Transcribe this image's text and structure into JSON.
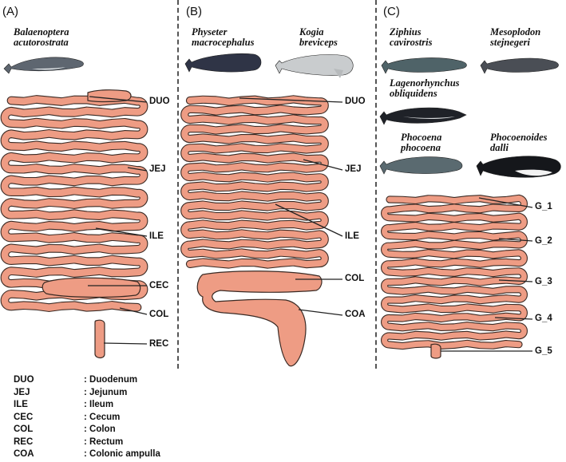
{
  "panels": [
    {
      "letter": "(A)",
      "species": [
        [
          "Balaenoptera",
          "acutorostrata"
        ]
      ],
      "labels": [
        "DUO",
        "JEJ",
        "ILE",
        "CEC",
        "COL",
        "REC"
      ]
    },
    {
      "letter": "(B)",
      "species": [
        [
          "Physeter",
          "macrocephalus"
        ],
        [
          "Kogia",
          "breviceps"
        ]
      ],
      "labels": [
        "DUO",
        "JEJ",
        "ILE",
        "COL",
        "COA"
      ]
    },
    {
      "letter": "(C)",
      "species": [
        [
          "Ziphius",
          "cavirostris"
        ],
        [
          "Mesoplodon",
          "stejnegeri"
        ],
        [
          "Lagenorhynchus",
          "obliquidens"
        ],
        [
          "Phocoena",
          "phocoena"
        ],
        [
          "Phocoenoides",
          "dalli"
        ]
      ],
      "labels": [
        "G_1",
        "G_2",
        "G_3",
        "G_4",
        "G_5"
      ]
    }
  ],
  "legend": [
    {
      "abbr": "DUO",
      "desc": ": Duodenum"
    },
    {
      "abbr": "JEJ",
      "desc": ": Jejunum"
    },
    {
      "abbr": "ILE",
      "desc": ": Ileum"
    },
    {
      "abbr": "CEC",
      "desc": ": Cecum"
    },
    {
      "abbr": "COL",
      "desc": ": Colon"
    },
    {
      "abbr": "REC",
      "desc": ": Rectum"
    },
    {
      "abbr": "COA",
      "desc": ": Colonic ampulla"
    }
  ],
  "colors": {
    "intestine_fill": "#ee9c84",
    "intestine_stroke": "#3a2a24",
    "leader_line": "#222222",
    "minke_body": "#5e6670",
    "sperm_body": "#2f3446",
    "kogia_body": "#c9ccce",
    "ziphius_body": "#4f6368",
    "mesoplodon_body": "#4a4e55",
    "lagenorhynchus_body": "#1f2228",
    "phocoena_body": "#5a6a70",
    "dalli_body": "#15171b"
  },
  "icons": [
    "minke-whale-icon",
    "sperm-whale-icon",
    "pygmy-sperm-whale-icon",
    "cuviers-beaked-whale-icon",
    "stejnegers-beaked-whale-icon",
    "pacific-white-sided-dolphin-icon",
    "harbour-porpoise-icon",
    "dalls-porpoise-icon"
  ]
}
